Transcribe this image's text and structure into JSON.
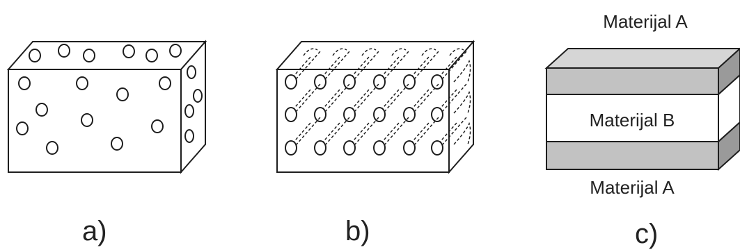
{
  "panels": [
    {
      "id": "a",
      "caption": "a)"
    },
    {
      "id": "b",
      "caption": "b)"
    },
    {
      "id": "c",
      "caption": "c)",
      "labels": {
        "top": "Materijal A",
        "middle": "Materijal B",
        "bottom": "Materijal A"
      }
    }
  ],
  "colors": {
    "line": "#1e1e1e",
    "layer_front": "#c2c2c2",
    "layer_top": "#d6d6d6",
    "layer_side": "#9a9a9a",
    "background": "#ffffff"
  }
}
